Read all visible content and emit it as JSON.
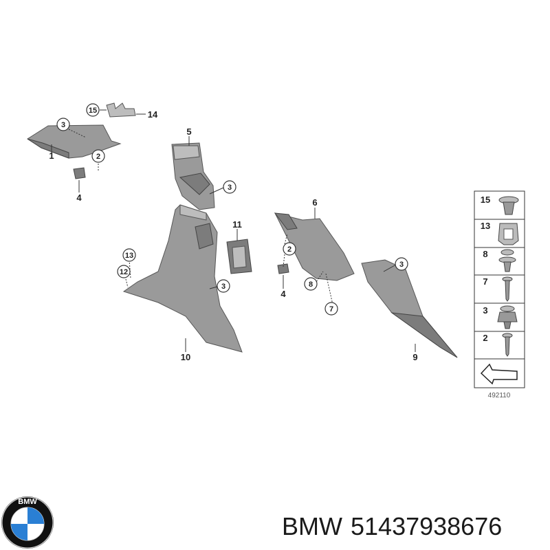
{
  "parts": {
    "p1": "1",
    "p4a": "4",
    "p5": "5",
    "p6": "6",
    "p9": "9",
    "p10": "10",
    "p11": "11",
    "p14": "14",
    "p4b": "4"
  },
  "callouts": {
    "c15": "15",
    "c3a": "3",
    "c2a": "2",
    "c3b": "3",
    "c13": "13",
    "c12": "12",
    "c3c": "3",
    "c2b": "2",
    "c8": "8",
    "c7": "7",
    "c3d": "3"
  },
  "legend": {
    "rows": [
      "15",
      "13",
      "8",
      "7",
      "3",
      "2"
    ]
  },
  "diagram_code": "492110",
  "brand_name": "BMW",
  "part_number": "51437938676",
  "logo_text": "BMW",
  "colors": {
    "logo_blue": "#2a7fd4",
    "logo_ring": "#111111",
    "part_gray": "#9a9a9a"
  }
}
